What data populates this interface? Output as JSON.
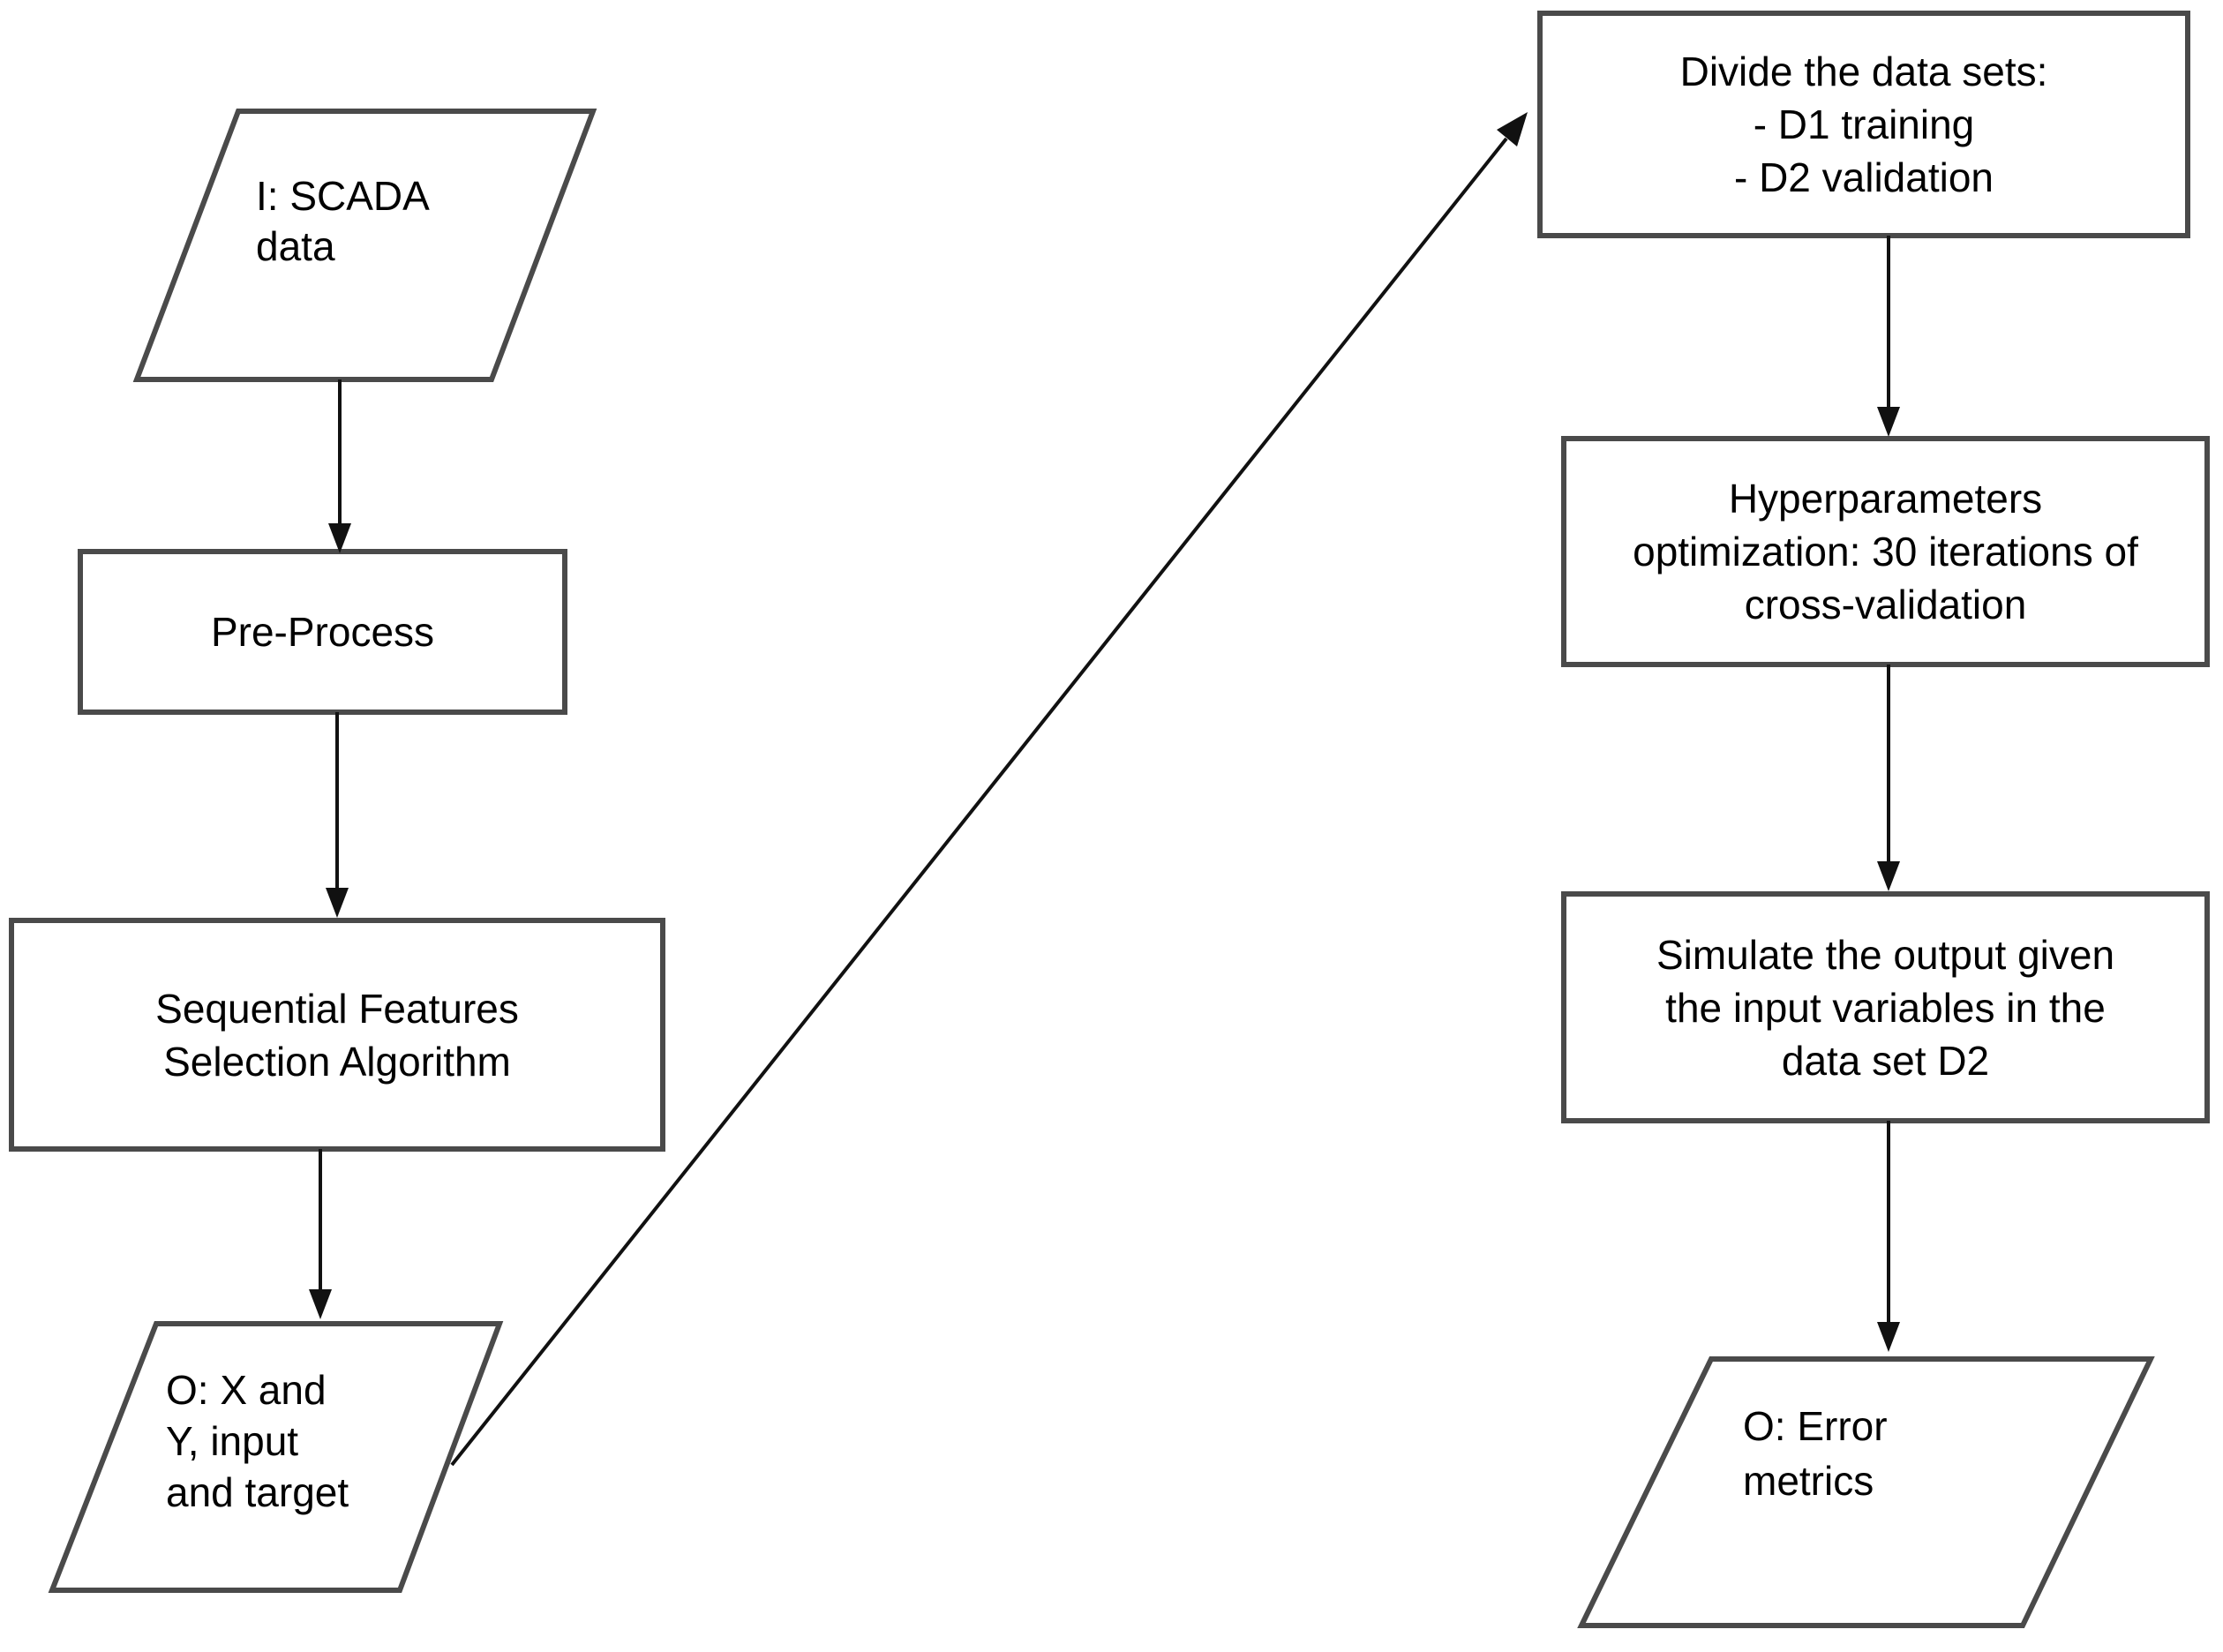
{
  "diagram_type": "flowchart",
  "colors": {
    "background": "#ffffff",
    "shape_border": "#4a4a4a",
    "arrow": "#111111",
    "text": "#000000"
  },
  "nodes": {
    "scada_input": {
      "shape": "parallelogram",
      "role": "input",
      "label": "I: SCADA\ndata"
    },
    "preprocess": {
      "shape": "rectangle",
      "role": "process",
      "label": "Pre-Process"
    },
    "feature_selection": {
      "shape": "rectangle",
      "role": "process",
      "label": "Sequential Features\nSelection Algorithm"
    },
    "xy_output": {
      "shape": "parallelogram",
      "role": "output",
      "label": "O: X and\nY, input\nand target"
    },
    "divide_datasets": {
      "shape": "rectangle",
      "role": "process",
      "label": "Divide the data sets:\n- D1 training\n- D2 validation"
    },
    "hyperparameter_optimization": {
      "shape": "rectangle",
      "role": "process",
      "label": "Hyperparameters\noptimization: 30 iterations of\ncross-validation"
    },
    "simulate_output": {
      "shape": "rectangle",
      "role": "process",
      "label": "Simulate the output given\nthe input variables in the\ndata set D2"
    },
    "error_metrics_output": {
      "shape": "parallelogram",
      "role": "output",
      "label": "O: Error\nmetrics"
    }
  },
  "edges": [
    {
      "from": "scada_input",
      "to": "preprocess"
    },
    {
      "from": "preprocess",
      "to": "feature_selection"
    },
    {
      "from": "feature_selection",
      "to": "xy_output"
    },
    {
      "from": "xy_output",
      "to": "divide_datasets"
    },
    {
      "from": "divide_datasets",
      "to": "hyperparameter_optimization"
    },
    {
      "from": "hyperparameter_optimization",
      "to": "simulate_output"
    },
    {
      "from": "simulate_output",
      "to": "error_metrics_output"
    }
  ]
}
